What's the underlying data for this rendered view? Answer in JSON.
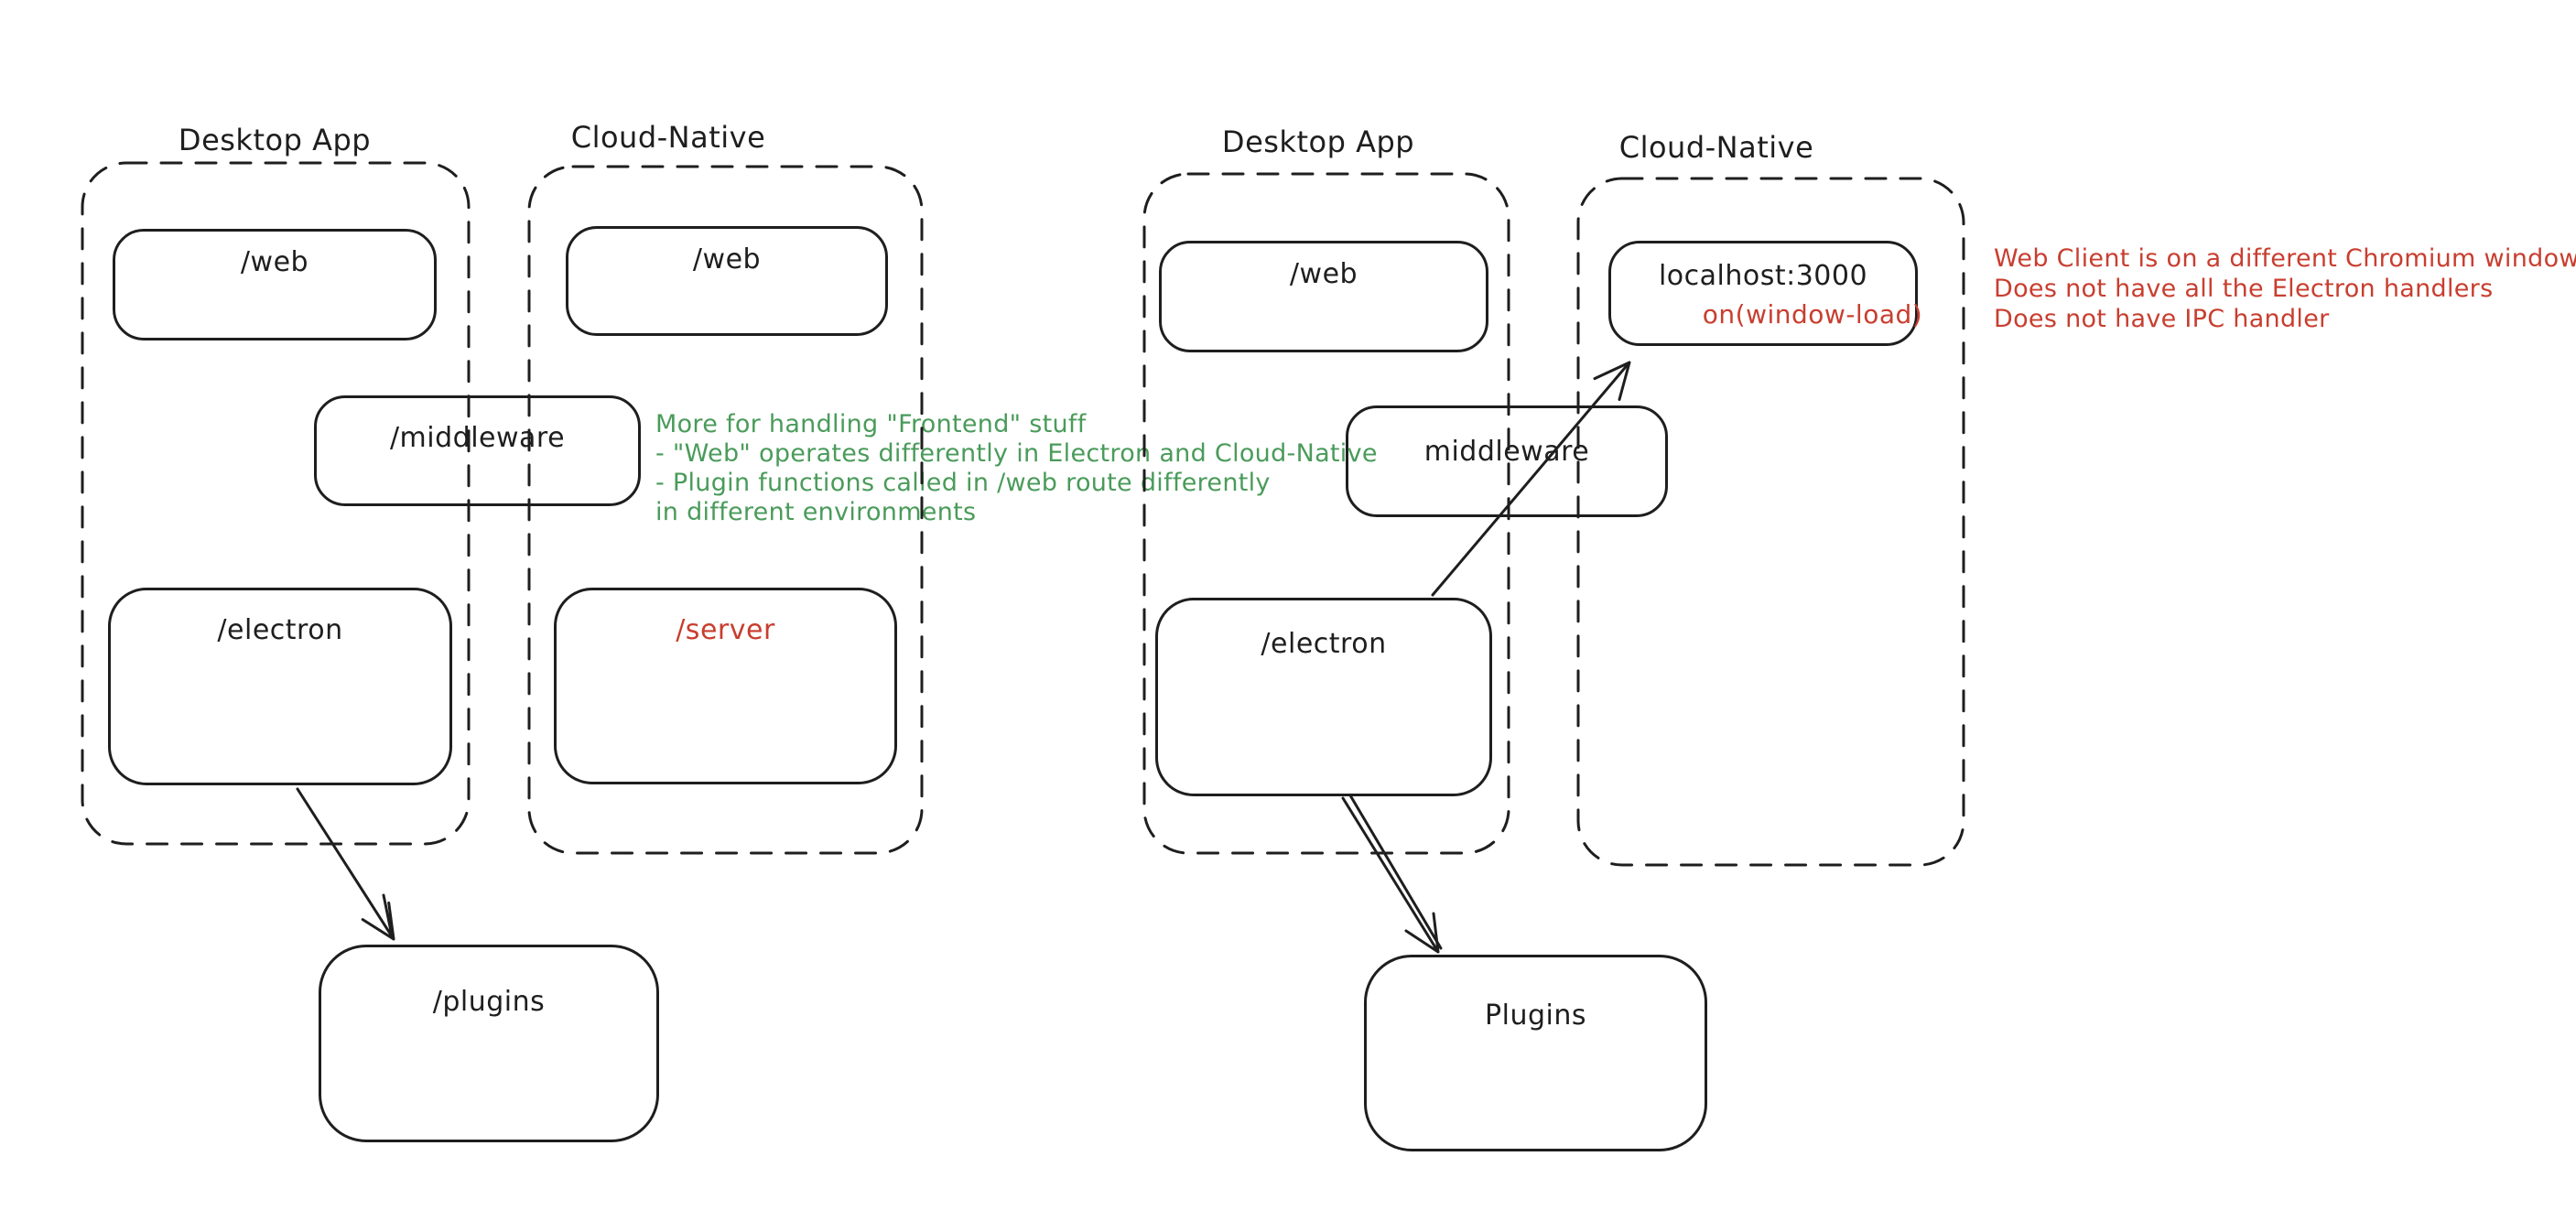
{
  "colors": {
    "stroke": "#1e1e1e",
    "background": "#ffffff",
    "annotation_green": "#4a9b5a",
    "annotation_red": "#c83e2f"
  },
  "left": {
    "desktop_group_label": "Desktop App",
    "cloud_group_label": "Cloud-Native",
    "web_desktop": "/web",
    "web_cloud": "/web",
    "middleware": "/middleware",
    "electron": "/electron",
    "server": "/server",
    "plugins": "/plugins",
    "note": {
      "line1": "More for handling \"Frontend\" stuff",
      "line2": "- \"Web\" operates differently in Electron and Cloud-Native",
      "line3": "- Plugin functions called in /web route differently",
      "line4": "in different environments"
    }
  },
  "right": {
    "desktop_group_label": "Desktop App",
    "cloud_group_label": "Cloud-Native",
    "web_desktop": "/web",
    "localhost": "localhost:3000",
    "window_load": "on(window-load)",
    "middleware": "middleware",
    "electron": "/electron",
    "plugins": "Plugins",
    "note": {
      "line1": "Web Client is on a different Chromium window",
      "line2": "Does not have all the Electron handlers",
      "line3": "Does not have IPC handler"
    }
  }
}
